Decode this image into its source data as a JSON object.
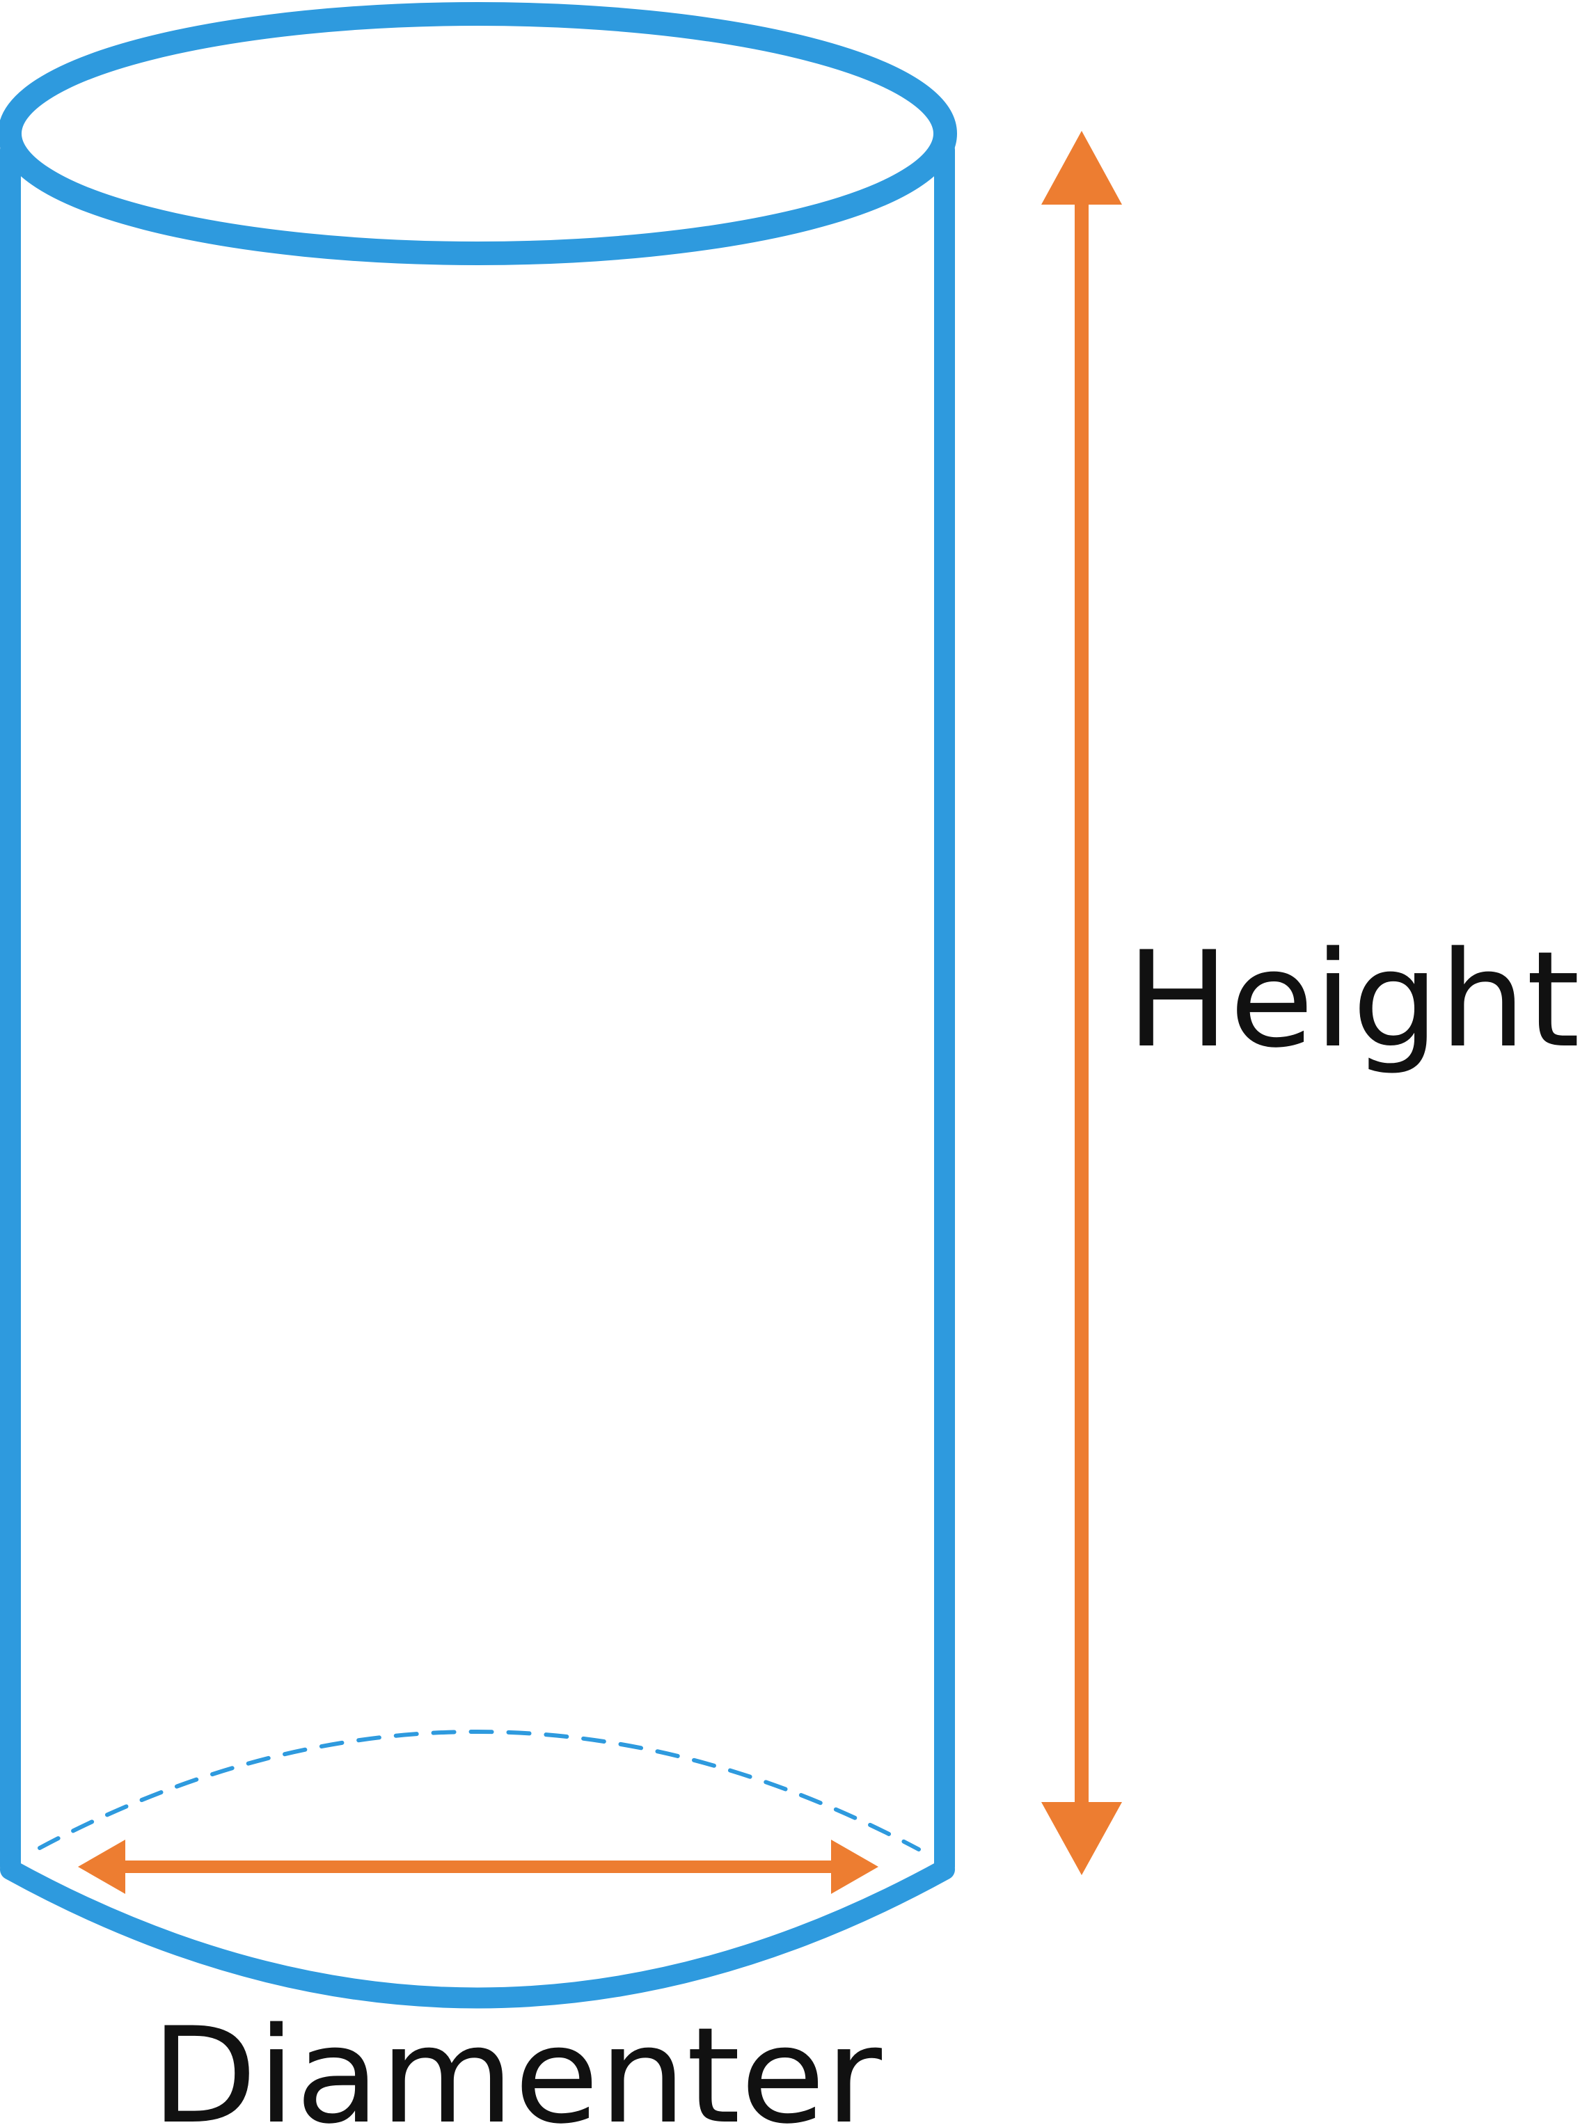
{
  "diagram": {
    "shape": "cylinder",
    "height_label": "Height",
    "diameter_label": "Diamenter"
  },
  "colors": {
    "outline": "#2e9ade",
    "arrows": "#ed7d31",
    "text": "#111111",
    "background": "#ffffff"
  }
}
